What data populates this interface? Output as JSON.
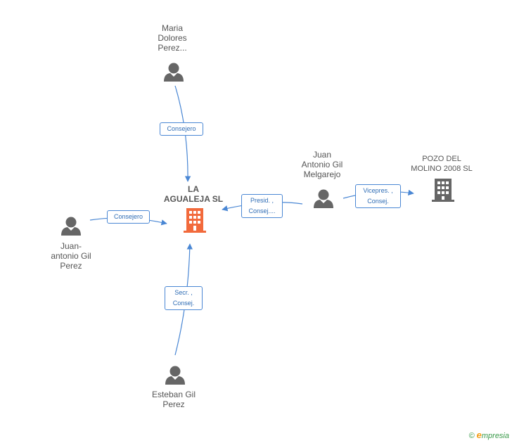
{
  "center": {
    "name_lines": [
      "LA",
      "AGUALEJA SL"
    ],
    "color": "#f26a3c"
  },
  "people": [
    {
      "id": "maria",
      "lines": [
        "Maria",
        "Dolores",
        "Perez..."
      ]
    },
    {
      "id": "juan-antonio",
      "lines": [
        "Juan",
        "Antonio Gil",
        "Melgarejo"
      ]
    },
    {
      "id": "juanantonio",
      "lines": [
        "Juan-",
        "antonio Gil",
        "Perez"
      ]
    },
    {
      "id": "esteban",
      "lines": [
        "Esteban Gil",
        "Perez"
      ]
    }
  ],
  "companies": [
    {
      "id": "pozo",
      "lines": [
        "POZO DEL",
        "MOLINO 2008 SL"
      ],
      "color": "#666666"
    }
  ],
  "roles": [
    {
      "id": "maria-consejero",
      "lines": [
        "Consejero"
      ]
    },
    {
      "id": "juan-presid",
      "lines": [
        "Presid. ,",
        "Consej...."
      ]
    },
    {
      "id": "juan-vicepres",
      "lines": [
        "Vicepres. ,",
        "Consej."
      ]
    },
    {
      "id": "juanantonio-consejero",
      "lines": [
        "Consejero"
      ]
    },
    {
      "id": "esteban-secr",
      "lines": [
        "Secr. ,",
        "Consej."
      ]
    }
  ],
  "edge_color": "#4a87d4",
  "person_color": "#666666",
  "brand": {
    "copyright": "©",
    "first": "e",
    "rest": "mpresia"
  }
}
